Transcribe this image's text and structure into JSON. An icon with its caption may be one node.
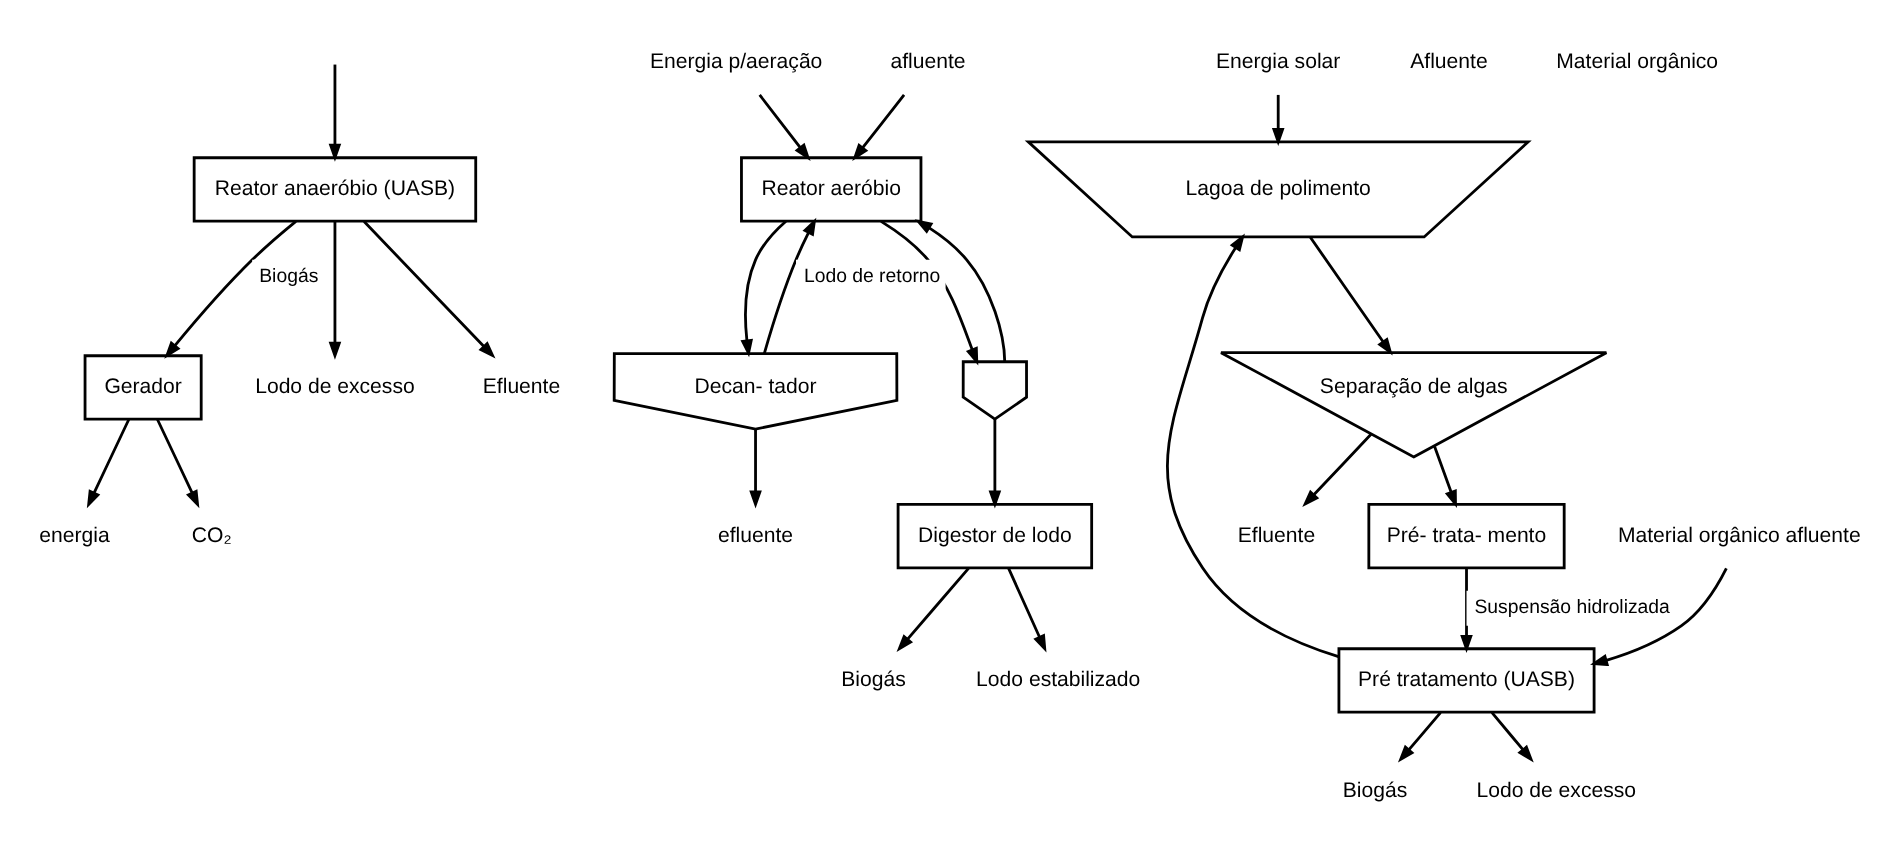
{
  "diagram": {
    "nodes": [
      {
        "text": [
          "Gerador"
        ]
      },
      {
        "text": [
          "Reator anaeróbio (UASB)"
        ]
      },
      {
        "text": [
          "energia"
        ]
      },
      {
        "text": [
          "CO₂"
        ]
      },
      {
        "text": [
          "Lodo de excesso"
        ]
      },
      {
        "text": [
          "Efluente"
        ]
      },
      {
        "text": [
          "Energia p/aeração"
        ]
      },
      {
        "text": [
          "afluente"
        ]
      },
      {
        "text": [
          "Reator aeróbio"
        ]
      },
      {
        "text": [
          "Decan- tador"
        ]
      },
      {
        "text": [
          "efluente"
        ]
      },
      {
        "text": [],
        "shape": "funnel"
      },
      {
        "text": [
          "Digestor de lodo"
        ]
      },
      {
        "text": [
          "Biogás"
        ]
      },
      {
        "text": [
          "Lodo estabilizado"
        ]
      },
      {
        "text": [
          "Energia solar"
        ]
      },
      {
        "text": [
          "Biogás"
        ]
      },
      {
        "text": [
          "Lodo de excesso"
        ]
      },
      {
        "text": [
          "Pré tratamento (UASB)"
        ]
      },
      {
        "text": [
          "Lagoa de polimento"
        ]
      },
      {
        "text": [
          "Separação de algas"
        ]
      },
      {
        "text": [
          "Efluente"
        ]
      },
      {
        "text": [
          "Pré- trata- mento"
        ]
      },
      {
        "text": [
          "Material orgânico afluente"
        ]
      }
    ],
    "edges": [
      {
        "from": 1,
        "to": 0,
        "arrow": "to",
        "label": "Biogás"
      },
      {
        "from": 0,
        "to": 2,
        "arrow": "to"
      },
      {
        "from": 0,
        "to": 3,
        "arrow": "to"
      },
      {
        "from": 1,
        "to": 4,
        "arrow": "to"
      },
      {
        "from": 1,
        "to": 5,
        "arrow": "to"
      },
      {
        "from": null,
        "to": 1,
        "arrow": "to"
      },
      {
        "from": 6,
        "to": 8,
        "arrow": "to"
      },
      {
        "from": 7,
        "to": 8,
        "arrow": "to"
      },
      {
        "from": 8,
        "to": 9,
        "arrow": "to"
      },
      {
        "from": 9,
        "to": 10,
        "arrow": "to"
      },
      {
        "from": 9,
        "to": 8,
        "arrow": "to",
        "label": "Lodo de retorno"
      },
      {
        "from": 8,
        "to": 11,
        "arrow": "to"
      },
      {
        "from": 11,
        "to": 8,
        "arrow": "to"
      },
      {
        "from": 11,
        "to": 12,
        "arrow": "to"
      },
      {
        "from": 12,
        "to": 13,
        "arrow": "to"
      },
      {
        "from": 12,
        "to": 14,
        "arrow": "to"
      },
      {
        "from": 15,
        "to": 19,
        "arrow": "to"
      },
      {
        "from": 18,
        "to": 16,
        "arrow": "to"
      },
      {
        "from": 18,
        "to": 17,
        "arrow": "to"
      },
      {
        "from": 18,
        "to": 19,
        "arrow": "to"
      },
      {
        "from": 19,
        "to": 20,
        "arrow": "to"
      },
      {
        "from": 20,
        "to": 21,
        "arrow": "to"
      },
      {
        "from": 20,
        "to": 22,
        "arrow": "to"
      },
      {
        "from": 22,
        "to": 18,
        "arrow": "to",
        "label": "Suspensão hidrolizada"
      },
      {
        "from": 23,
        "to": 18,
        "arrow": "to"
      }
    ],
    "labels": [
      "Afluente",
      "Material orgânico"
    ]
  }
}
